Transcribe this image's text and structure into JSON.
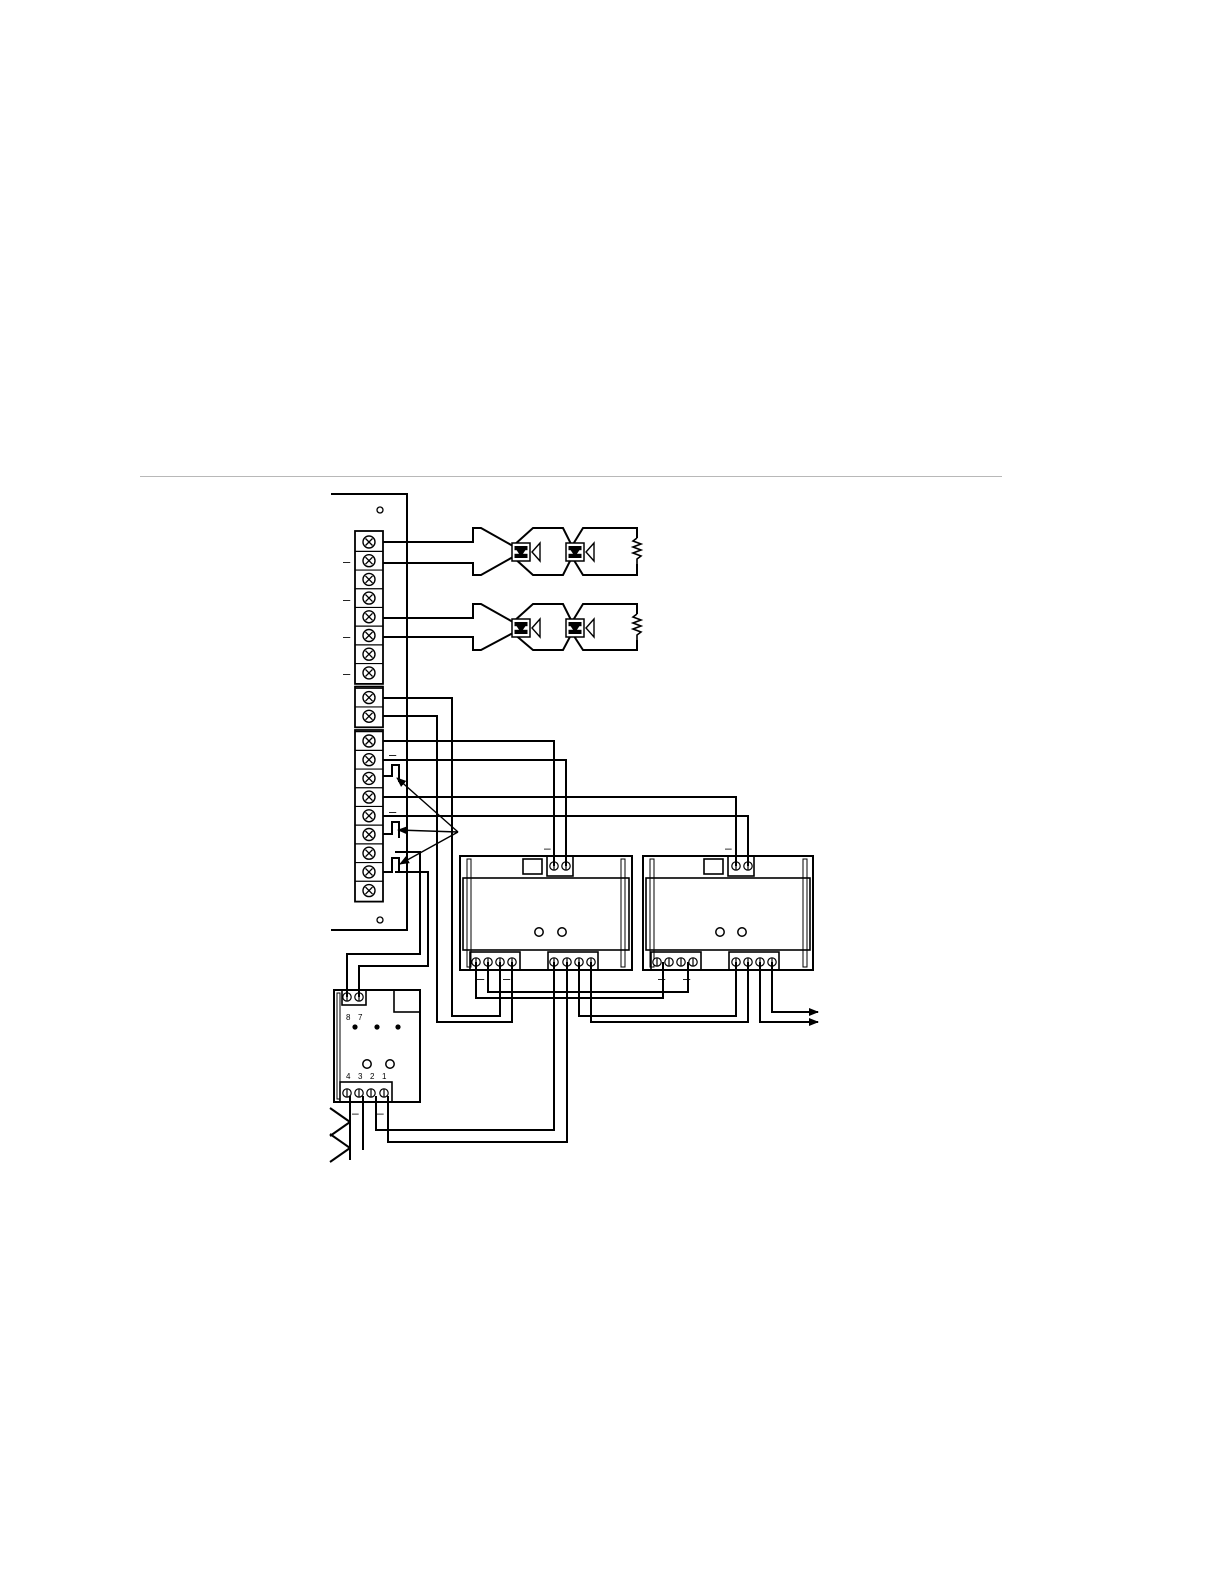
{
  "page": {
    "background": "#ffffff",
    "line_color": "#000000",
    "rule_color": "#b8b8b8"
  },
  "diagram": {
    "control_panel": {
      "terminal_count": 19,
      "polarity_mark": "–"
    },
    "nac_circuits": [
      {
        "devices": [
          "horn-strobe-icon",
          "horn-strobe-icon"
        ],
        "end": "resistor-icon"
      },
      {
        "devices": [
          "horn-strobe-icon",
          "horn-strobe-icon"
        ],
        "end": "resistor-icon"
      }
    ],
    "booster_modules": [
      {
        "top_minus": "–",
        "bottom_minus_left": "–",
        "bottom_minus_right": "–"
      },
      {
        "top_minus": "–",
        "bottom_minus_left": "–",
        "bottom_minus_right": "–"
      }
    ],
    "small_module": {
      "top_labels": [
        "8",
        "7"
      ],
      "bottom_labels": [
        "4",
        "3",
        "2",
        "1"
      ],
      "minus_mark": "–"
    },
    "output_arrows": [
      "arrow-right-icon",
      "arrow-right-icon"
    ]
  }
}
